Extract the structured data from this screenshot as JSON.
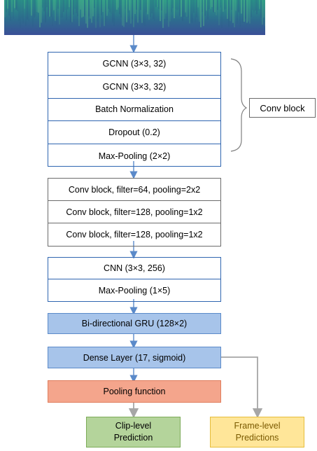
{
  "input": {
    "icon": "spectrogram-icon"
  },
  "conv_block_detail": [
    "GCNN (3×3, 32)",
    "GCNN (3×3, 32)",
    "Batch Normalization",
    "Dropout (0.2)",
    "Max-Pooling (2×2)"
  ],
  "conv_block_label": "Conv block",
  "conv_blocks": [
    "Conv block, filter=64, pooling=2x2",
    "Conv block, filter=128, pooling=1x2",
    "Conv block, filter=128, pooling=1x2"
  ],
  "cnn_stack": [
    "CNN (3×3, 256)",
    "Max-Pooling (1×5)"
  ],
  "gru": "Bi-directional GRU (128×2)",
  "dense": "Dense Layer (17, sigmoid)",
  "pooling_function": "Pooling function",
  "outputs": {
    "clip_line1": "Clip-level",
    "clip_line2": "Prediction",
    "frame_line1": "Frame-level",
    "frame_line2": "Predictions"
  },
  "colors": {
    "blue_border": "#2f65b0",
    "gray_border": "#6b6b6b",
    "gru_fill": "#a7c4ea",
    "pool_fill": "#f4a58c",
    "clip_fill": "#b4d49b",
    "frame_fill": "#ffe699",
    "arrow_blue": "#5b8ac9",
    "arrow_gray": "#a6a6a6"
  }
}
